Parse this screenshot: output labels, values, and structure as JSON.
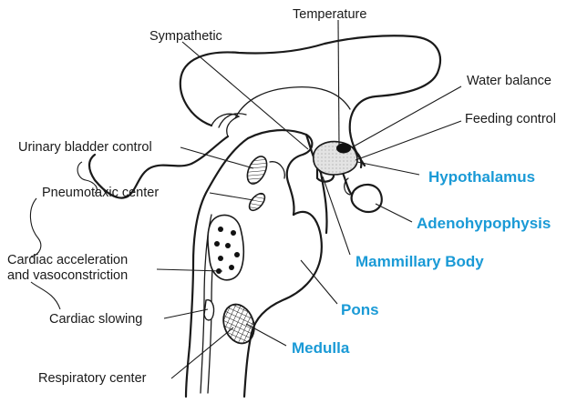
{
  "labels": {
    "temperature": "Temperature",
    "sympathetic": "Sympathetic",
    "water_balance": "Water balance",
    "feeding_control": "Feeding control",
    "urinary_bladder_control": "Urinary bladder control",
    "pneumotaxic_center": "Pneumotaxic center",
    "cardiac_acceleration_line1": "Cardiac acceleration",
    "cardiac_acceleration_line2": "and vasoconstriction",
    "cardiac_slowing": "Cardiac slowing",
    "respiratory_center": "Respiratory center"
  },
  "structures": {
    "hypothalamus": "Hypothalamus",
    "adenohypophysis": "Adenohypophysis",
    "mammillary_body": "Mammillary Body",
    "pons": "Pons",
    "medulla": "Medulla"
  },
  "colors": {
    "structure_label": "#1a9ad6",
    "line": "#1a1a1a",
    "hypothalamus_fill": "#e8e8e8"
  }
}
